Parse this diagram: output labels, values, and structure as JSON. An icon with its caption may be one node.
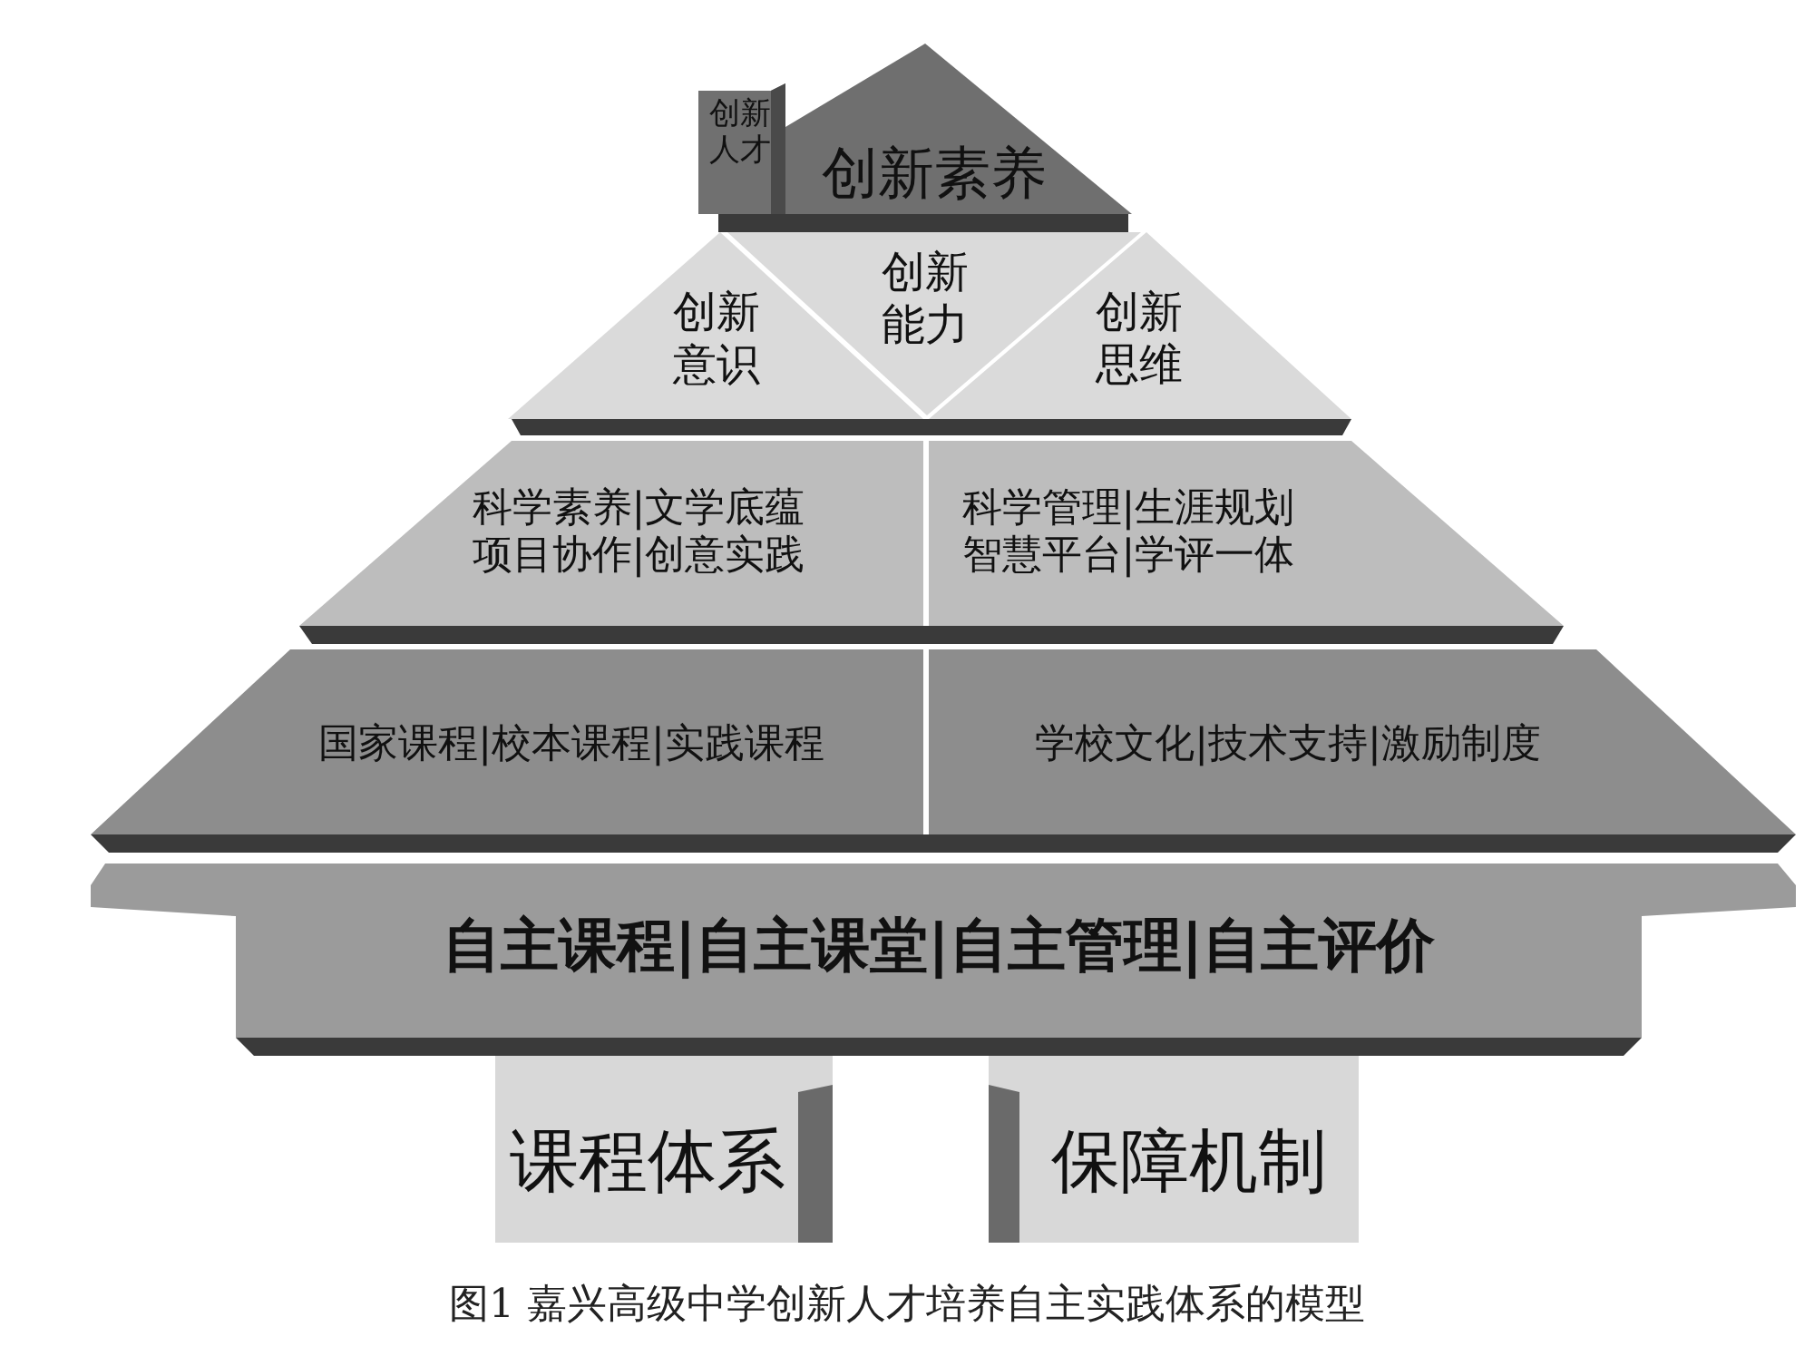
{
  "diagram": {
    "caption": "图1 嘉兴高级中学创新人才培养自主实践体系的模型",
    "nodes": [
      {
        "text": [
          "创新人才"
        ]
      },
      {
        "text": [
          "创新素养"
        ]
      },
      {
        "text": [
          "创新意识"
        ]
      },
      {
        "text": [
          "创新能力"
        ]
      },
      {
        "text": [
          "创新思维"
        ]
      },
      {
        "text": [
          "科学素养|文学底蕴项目协作|创意实践"
        ]
      },
      {
        "text": [
          "科学管理|生涯规划智慧平台|学评一体"
        ]
      },
      {
        "text": [
          "国家课程|校本课程|实践课程"
        ]
      },
      {
        "text": [
          "学校文化|技术支持|激励制度"
        ]
      },
      {
        "text": [
          "自主课程|自主课堂|自主管理|自主评价"
        ]
      },
      {
        "text": [
          "课程体系"
        ]
      },
      {
        "text": [
          "保障机制"
        ]
      }
    ]
  }
}
